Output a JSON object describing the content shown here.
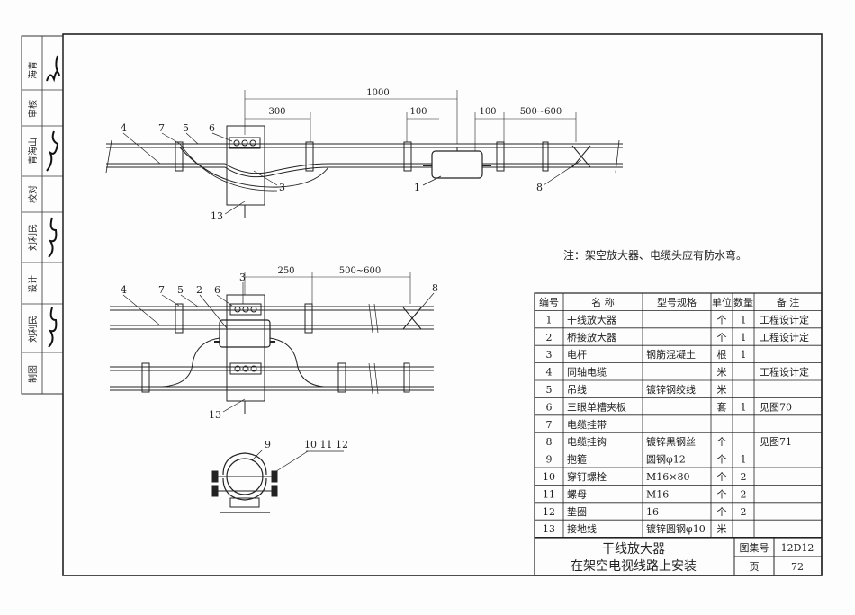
{
  "sidebar": {
    "rows": [
      {
        "role": "审核",
        "name": "海青"
      },
      {
        "role": "校对",
        "name": "青海山"
      },
      {
        "role": "设计",
        "name": "刘利民"
      },
      {
        "role": "制图",
        "name": "刘利民"
      }
    ]
  },
  "note": "注：架空放大器、电缆头应有防水弯。",
  "top_view": {
    "dims": {
      "total": "1000",
      "left": "300",
      "mid": "100",
      "right_gap": "100",
      "right_span": "500~600"
    },
    "callouts": {
      "c4": "4",
      "c7": "7",
      "c5": "5",
      "c6": "6",
      "c3": "3",
      "c1": "1",
      "c8": "8",
      "c13": "13"
    }
  },
  "bottom_view": {
    "dims": {
      "left": "250",
      "right": "500~600"
    },
    "callouts": {
      "c4": "4",
      "c7": "7",
      "c5": "5",
      "c2": "2",
      "c6": "6",
      "c3": "3",
      "c8": "8",
      "c13": "13"
    }
  },
  "detail_view": {
    "callouts": {
      "c9": "9",
      "c10": "10 11 12"
    }
  },
  "parts_table": {
    "headers": [
      "编号",
      "名  称",
      "型号规格",
      "单位",
      "数量",
      "备  注"
    ],
    "rows": [
      [
        "1",
        "干线放大器",
        "",
        "个",
        "1",
        "工程设计定"
      ],
      [
        "2",
        "桥接放大器",
        "",
        "个",
        "1",
        "工程设计定"
      ],
      [
        "3",
        "电杆",
        "钢筋混凝土",
        "根",
        "1",
        ""
      ],
      [
        "4",
        "同轴电缆",
        "",
        "米",
        "",
        "工程设计定"
      ],
      [
        "5",
        "吊线",
        "镀锌钢绞线",
        "米",
        "",
        ""
      ],
      [
        "6",
        "三眼单槽夹板",
        "",
        "套",
        "1",
        "见图70"
      ],
      [
        "7",
        "电缆挂带",
        "",
        "",
        "",
        ""
      ],
      [
        "8",
        "电缆挂钩",
        "镀锌黑钢丝",
        "个",
        "",
        "见图71"
      ],
      [
        "9",
        "抱箍",
        "圆钢φ12",
        "个",
        "1",
        ""
      ],
      [
        "10",
        "穿钉螺栓",
        "M16×80",
        "个",
        "2",
        ""
      ],
      [
        "11",
        "螺母",
        "M16",
        "个",
        "2",
        ""
      ],
      [
        "12",
        "垫圈",
        "16",
        "个",
        "2",
        ""
      ],
      [
        "13",
        "接地线",
        "镀锌圆钢φ10",
        "米",
        "",
        ""
      ]
    ]
  },
  "title_block": {
    "title_line1": "干线放大器",
    "title_line2": "在架空电视线路上安装",
    "atlas_label": "图集号",
    "atlas_value": "12D12",
    "page_label": "页",
    "page_value": "72"
  }
}
